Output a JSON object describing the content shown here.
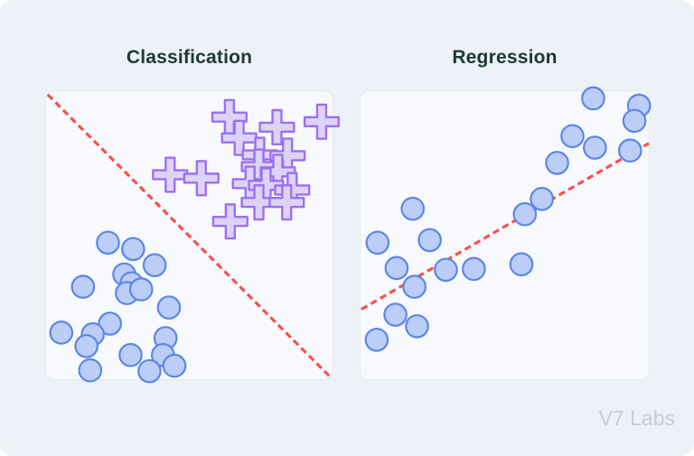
{
  "page": {
    "background": "#edf1f8"
  },
  "watermark": {
    "text": "V7 Labs",
    "color": "#c4cdda"
  },
  "chart_data": [
    {
      "type": "scatter",
      "title": "Classification",
      "title_color": "#1b3a33",
      "panel_background": "#f7f9fc",
      "panel_border": "#e3e9f2",
      "axes": "hidden",
      "x_range": [
        0,
        100
      ],
      "y_range": [
        0,
        100
      ],
      "series": [
        {
          "name": "class-blue-circles",
          "marker": "circle",
          "fill": "#bccdf7",
          "stroke": "#5b86ea",
          "points": [
            [
              21.6,
              47.4
            ],
            [
              30.4,
              45.2
            ],
            [
              37.9,
              39.6
            ],
            [
              12.9,
              32.1
            ],
            [
              27.3,
              36.4
            ],
            [
              29.8,
              33.3
            ],
            [
              28.2,
              29.9
            ],
            [
              33.2,
              31.2
            ],
            [
              42.9,
              24.9
            ],
            [
              5.3,
              16.2
            ],
            [
              22.3,
              19.3
            ],
            [
              16.3,
              15.6
            ],
            [
              14.1,
              11.5
            ],
            [
              41.7,
              14.3
            ],
            [
              40.8,
              8.4
            ],
            [
              29.5,
              8.4
            ],
            [
              44.8,
              4.7
            ],
            [
              15.4,
              3.1
            ],
            [
              36.1,
              2.8
            ]
          ]
        },
        {
          "name": "class-purple-crosses",
          "marker": "plus",
          "fill": "#ddd3f9",
          "stroke": "#9c6ff2",
          "points": [
            [
              64.0,
              91.0
            ],
            [
              80.6,
              87.5
            ],
            [
              96.2,
              89.4
            ],
            [
              67.4,
              83.8
            ],
            [
              74.6,
              77.9
            ],
            [
              84.3,
              77.6
            ],
            [
              74.3,
              73.8
            ],
            [
              80.9,
              72.0
            ],
            [
              43.3,
              71.0
            ],
            [
              54.2,
              69.8
            ],
            [
              71.2,
              67.9
            ],
            [
              76.8,
              67.3
            ],
            [
              85.9,
              65.7
            ],
            [
              74.3,
              61.4
            ],
            [
              84.0,
              61.4
            ],
            [
              64.3,
              54.8
            ]
          ]
        }
      ],
      "line": {
        "name": "decision-boundary-line",
        "style": "dashed",
        "color": "#f8504b",
        "from": [
          0.6,
          98.8
        ],
        "to": [
          99.4,
          0.6
        ]
      }
    },
    {
      "type": "scatter",
      "title": "Regression",
      "title_color": "#1b3a33",
      "panel_background": "#f7f9fc",
      "panel_border": "#e3e9f2",
      "axes": "hidden",
      "x_range": [
        0,
        100
      ],
      "y_range": [
        0,
        100
      ],
      "series": [
        {
          "name": "regression-blue-circles",
          "marker": "circle",
          "fill": "#bccdf7",
          "stroke": "#5b86ea",
          "points": [
            [
              80.7,
              97.5
            ],
            [
              96.6,
              95.0
            ],
            [
              95.0,
              89.7
            ],
            [
              73.5,
              84.4
            ],
            [
              81.3,
              80.4
            ],
            [
              93.5,
              79.4
            ],
            [
              68.2,
              75.1
            ],
            [
              62.9,
              62.6
            ],
            [
              57.0,
              57.3
            ],
            [
              18.1,
              59.2
            ],
            [
              5.9,
              47.4
            ],
            [
              24.0,
              48.3
            ],
            [
              12.5,
              38.6
            ],
            [
              18.7,
              32.1
            ],
            [
              29.6,
              38.0
            ],
            [
              39.3,
              38.3
            ],
            [
              55.8,
              39.9
            ],
            [
              12.1,
              22.4
            ],
            [
              19.6,
              18.4
            ],
            [
              5.6,
              13.7
            ]
          ]
        }
      ],
      "line": {
        "name": "trend-line",
        "style": "dashed",
        "color": "#f8504b",
        "from": [
          0.3,
          24.3
        ],
        "to": [
          100,
          81.9
        ]
      }
    }
  ]
}
